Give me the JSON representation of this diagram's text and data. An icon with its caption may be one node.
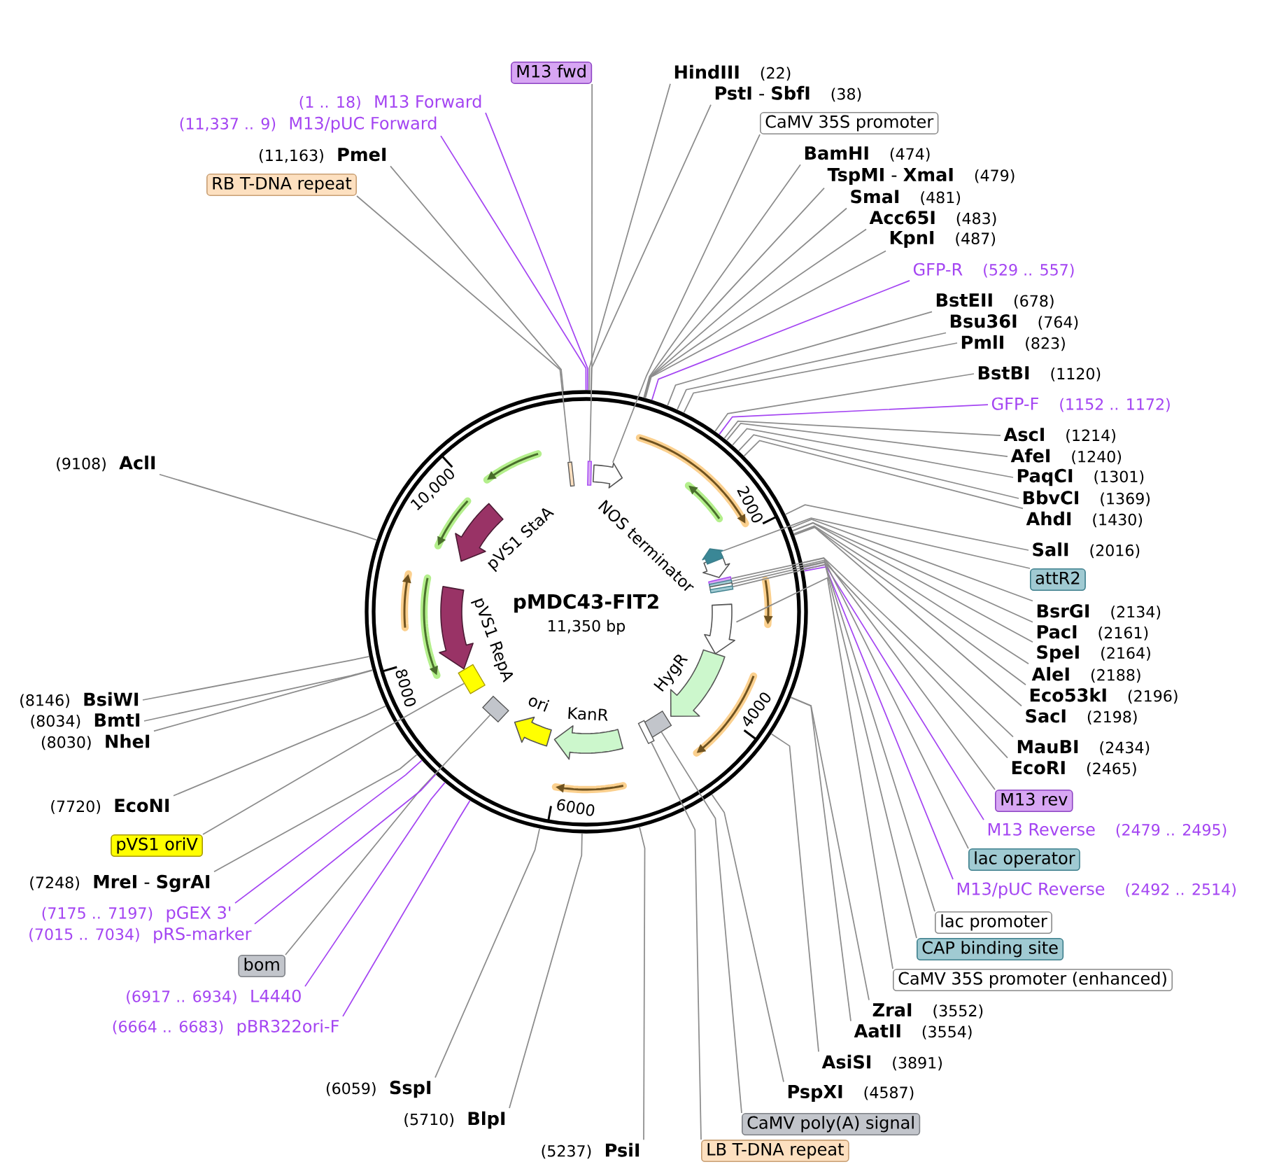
{
  "diagram": {
    "nodes": [
      {
        "text": [
          "M13 fwd"
        ]
      },
      {
        "text": [
          "HindIII",
          "(22)"
        ]
      },
      {
        "text": [
          "**PstI** - **SbfI**",
          "(38)"
        ]
      },
      {
        "text": [
          "CaMV 35S promoter"
        ]
      },
      {
        "text": [
          "BamHI",
          "(474)"
        ]
      },
      {
        "text": [
          "**TspMI** - **XmaI**",
          "(479)"
        ]
      },
      {
        "text": [
          "SmaI",
          "(481)"
        ]
      },
      {
        "text": [
          "Acc65I",
          "(483)"
        ]
      },
      {
        "text": [
          "KpnI",
          "(487)"
        ]
      },
      {
        "text": [
          "GFP-R",
          "(529 .. 557)"
        ]
      },
      {
        "text": [
          "BstEII",
          "(678)"
        ]
      },
      {
        "text": [
          "Bsu36I",
          "(764)"
        ]
      },
      {
        "text": [
          "PmlI",
          "(823)"
        ]
      },
      {
        "text": [
          "BstBI",
          "(1120)"
        ]
      },
      {
        "text": [
          "GFP-F",
          "(1152 .. 1172)"
        ]
      },
      {
        "text": [
          "AscI",
          "(1214)"
        ]
      },
      {
        "text": [
          "AfeI",
          "(1240)"
        ]
      },
      {
        "text": [
          "PaqCI",
          "(1301)"
        ]
      },
      {
        "text": [
          "BbvCI",
          "(1369)"
        ]
      },
      {
        "text": [
          "AhdI",
          "(1430)"
        ]
      },
      {
        "text": [
          "SalI",
          "(2016)"
        ]
      },
      {
        "text": [
          "attR2"
        ]
      },
      {
        "text": [
          "BsrGI",
          "(2134)"
        ]
      },
      {
        "text": [
          "PacI",
          "(2161)"
        ]
      },
      {
        "text": [
          "SpeI",
          "(2164)"
        ]
      },
      {
        "text": [
          "AleI",
          "(2188)"
        ]
      },
      {
        "text": [
          "Eco53kI",
          "(2196)"
        ]
      },
      {
        "text": [
          "SacI",
          "(2198)"
        ]
      },
      {
        "text": [
          "MauBI",
          "(2434)"
        ]
      },
      {
        "text": [
          "EcoRI",
          "(2465)"
        ]
      },
      {
        "text": [
          "M13 rev"
        ]
      },
      {
        "text": [
          "M13 Reverse",
          "(2479 .. 2495)"
        ]
      },
      {
        "text": [
          "lac operator"
        ]
      },
      {
        "text": [
          "M13/pUC Reverse",
          "(2492 .. 2514)"
        ]
      },
      {
        "text": [
          "lac promoter"
        ]
      },
      {
        "text": [
          "CAP binding site"
        ]
      },
      {
        "text": [
          "CaMV 35S promoter (enhanced)"
        ]
      },
      {
        "text": [
          "ZraI",
          "(3552)"
        ]
      },
      {
        "text": [
          "AatII",
          "(3554)"
        ]
      },
      {
        "text": [
          "AsiSI",
          "(3891)"
        ]
      },
      {
        "text": [
          "PspXI",
          "(4587)"
        ]
      },
      {
        "text": [
          "CaMV poly(A) signal"
        ]
      },
      {
        "text": [
          "LB T-DNA repeat"
        ]
      },
      {
        "text": [
          "(5237)",
          "PsiI"
        ]
      },
      {
        "text": [
          "(5710)",
          "BlpI"
        ]
      },
      {
        "text": [
          "(6059)",
          "SspI"
        ]
      },
      {
        "text": [
          "(6664 .. 6683)",
          "pBR322ori-F"
        ]
      },
      {
        "text": [
          "(6917 .. 6934)",
          "L4440"
        ]
      },
      {
        "text": [
          "bom"
        ]
      },
      {
        "text": [
          "(7015 .. 7034)",
          "pRS-marker"
        ]
      },
      {
        "text": [
          "(7175 .. 7197)",
          "pGEX 3'"
        ]
      },
      {
        "text": [
          "(7248)",
          "**MreI** - **SgrAI**"
        ]
      },
      {
        "text": [
          "pVS1 oriV"
        ]
      },
      {
        "text": [
          "(7720)",
          "EcoNI"
        ]
      },
      {
        "text": [
          "(8030)",
          "NheI"
        ]
      },
      {
        "text": [
          "(8034)",
          "BmtI"
        ]
      },
      {
        "text": [
          "(8146)",
          "BsiWI"
        ]
      },
      {
        "text": [
          "(9108)",
          "AclI"
        ]
      },
      {
        "text": [
          "RB T-DNA repeat"
        ]
      },
      {
        "text": [
          "(11,163)",
          "PmeI"
        ]
      },
      {
        "text": [
          "(11,337 .. 9)",
          "M13/pUC Forward"
        ]
      },
      {
        "text": [
          "(1 .. 18)",
          "M13 Forward"
        ]
      },
      {
        "text": [
          "pMDC43-FIT2",
          "11,350 bp"
        ]
      },
      {
        "text": [
          "NOS terminator"
        ],
        "in": 62
      },
      {
        "text": [
          "HygR"
        ],
        "in": 62
      },
      {
        "text": [
          "KanR"
        ],
        "in": 62
      },
      {
        "text": [
          "ori"
        ],
        "in": 62
      },
      {
        "text": [
          "pVS1 RepA"
        ],
        "in": 62
      },
      {
        "text": [
          "pVS1 StaA"
        ],
        "in": 62
      },
      {
        "text": [],
        "shape": "bar",
        "in": 62
      },
      {
        "text": [],
        "shape": "bar",
        "in": 62
      },
      {
        "text": [],
        "shape": "arrow",
        "in": 62
      },
      {
        "text": [],
        "shape": "arrow",
        "in": 62
      },
      {
        "text": [],
        "shape": "bar",
        "in": 62
      },
      {
        "text": [],
        "shape": "bar",
        "in": 62
      },
      {
        "text": [],
        "shape": "bar",
        "in": 62
      },
      {
        "text": [],
        "shape": "bar",
        "in": 62
      },
      {
        "text": [],
        "shape": "arrow",
        "in": 62
      },
      {
        "text": [],
        "shape": "box",
        "in": 62
      },
      {
        "text": [],
        "shape": "box",
        "in": 62
      },
      {
        "text": [],
        "shape": "box",
        "in": 62
      },
      {
        "text": [],
        "shape": "bar",
        "in": 62
      }
    ],
    "edges": [
      {
        "from": 0,
        "to": 70,
        "arrow": "none"
      },
      {
        "from": 1,
        "to": 62,
        "arrow": "none"
      },
      {
        "from": 2,
        "to": 62,
        "arrow": "none"
      },
      {
        "from": 3,
        "to": 71,
        "arrow": "none"
      },
      {
        "from": 4,
        "to": 62,
        "arrow": "none"
      },
      {
        "from": 5,
        "to": 62,
        "arrow": "none"
      },
      {
        "from": 6,
        "to": 62,
        "arrow": "none"
      },
      {
        "from": 7,
        "to": 62,
        "arrow": "none"
      },
      {
        "from": 8,
        "to": 62,
        "arrow": "none"
      },
      {
        "from": 9,
        "to": 62,
        "arrow": "none",
        "color": "#a445f2"
      },
      {
        "from": 10,
        "to": 62,
        "arrow": "none"
      },
      {
        "from": 11,
        "to": 62,
        "arrow": "none"
      },
      {
        "from": 12,
        "to": 62,
        "arrow": "none"
      },
      {
        "from": 13,
        "to": 62,
        "arrow": "none"
      },
      {
        "from": 14,
        "to": 62,
        "arrow": "none",
        "color": "#a445f2"
      },
      {
        "from": 15,
        "to": 62,
        "arrow": "none"
      },
      {
        "from": 16,
        "to": 62,
        "arrow": "none"
      },
      {
        "from": 17,
        "to": 62,
        "arrow": "none"
      },
      {
        "from": 18,
        "to": 62,
        "arrow": "none"
      },
      {
        "from": 19,
        "to": 62,
        "arrow": "none"
      },
      {
        "from": 20,
        "to": 62,
        "arrow": "none"
      },
      {
        "from": 21,
        "to": 72,
        "arrow": "none"
      },
      {
        "from": 22,
        "to": 62,
        "arrow": "none"
      },
      {
        "from": 23,
        "to": 62,
        "arrow": "none"
      },
      {
        "from": 24,
        "to": 62,
        "arrow": "none"
      },
      {
        "from": 25,
        "to": 62,
        "arrow": "none"
      },
      {
        "from": 26,
        "to": 62,
        "arrow": "none"
      },
      {
        "from": 27,
        "to": 62,
        "arrow": "none"
      },
      {
        "from": 28,
        "to": 62,
        "arrow": "none"
      },
      {
        "from": 29,
        "to": 62,
        "arrow": "none"
      },
      {
        "from": 30,
        "to": 73,
        "arrow": "none"
      },
      {
        "from": 31,
        "to": 62,
        "arrow": "none",
        "color": "#a445f2"
      },
      {
        "from": 32,
        "to": 74,
        "arrow": "none"
      },
      {
        "from": 33,
        "to": 62,
        "arrow": "none",
        "color": "#a445f2"
      },
      {
        "from": 34,
        "to": 75,
        "arrow": "none"
      },
      {
        "from": 35,
        "to": 76,
        "arrow": "none"
      },
      {
        "from": 36,
        "to": 77,
        "arrow": "none"
      },
      {
        "from": 37,
        "to": 62,
        "arrow": "none"
      },
      {
        "from": 38,
        "to": 62,
        "arrow": "none"
      },
      {
        "from": 39,
        "to": 62,
        "arrow": "none"
      },
      {
        "from": 40,
        "to": 62,
        "arrow": "none"
      },
      {
        "from": 41,
        "to": 80,
        "arrow": "none"
      },
      {
        "from": 42,
        "to": 81,
        "arrow": "none"
      },
      {
        "from": 43,
        "to": 62,
        "arrow": "none"
      },
      {
        "from": 44,
        "to": 62,
        "arrow": "none"
      },
      {
        "from": 45,
        "to": 62,
        "arrow": "none"
      },
      {
        "from": 46,
        "to": 62,
        "arrow": "none",
        "color": "#a445f2"
      },
      {
        "from": 47,
        "to": 62,
        "arrow": "none",
        "color": "#a445f2"
      },
      {
        "from": 48,
        "to": 79,
        "arrow": "none"
      },
      {
        "from": 49,
        "to": 62,
        "arrow": "none",
        "color": "#a445f2"
      },
      {
        "from": 50,
        "to": 62,
        "arrow": "none",
        "color": "#a445f2"
      },
      {
        "from": 51,
        "to": 62,
        "arrow": "none"
      },
      {
        "from": 52,
        "to": 78,
        "arrow": "none"
      },
      {
        "from": 53,
        "to": 62,
        "arrow": "none"
      },
      {
        "from": 54,
        "to": 62,
        "arrow": "none"
      },
      {
        "from": 55,
        "to": 62,
        "arrow": "none"
      },
      {
        "from": 56,
        "to": 62,
        "arrow": "none"
      },
      {
        "from": 57,
        "to": 62,
        "arrow": "none"
      },
      {
        "from": 58,
        "to": 69,
        "arrow": "none"
      },
      {
        "from": 59,
        "to": 62,
        "arrow": "none"
      },
      {
        "from": 60,
        "to": 62,
        "arrow": "none",
        "color": "#a445f2"
      },
      {
        "from": 61,
        "to": 62,
        "arrow": "none",
        "color": "#a445f2"
      }
    ],
    "labels": [
      "2000",
      "4000",
      "6000",
      "8000",
      "10,000"
    ]
  }
}
